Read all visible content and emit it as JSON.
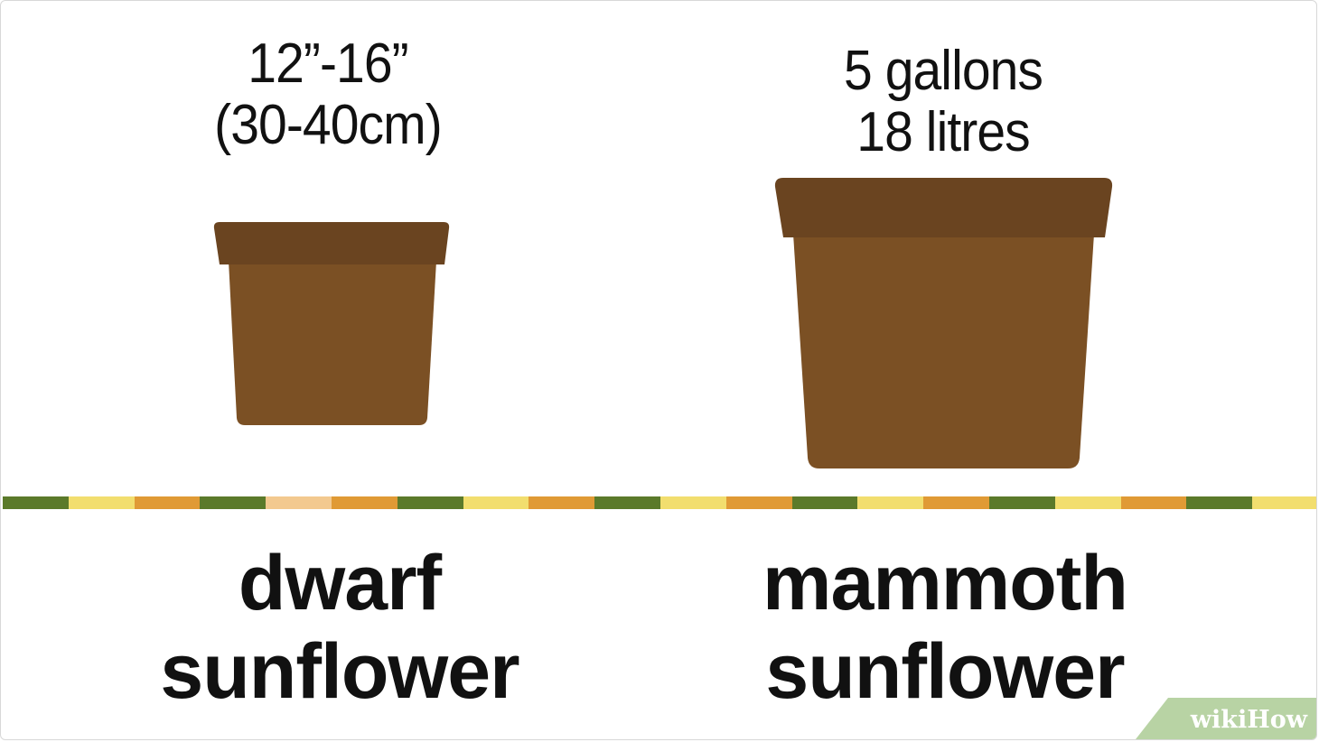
{
  "left": {
    "size_line1": "12”-16”",
    "size_line2": "(30-40cm)",
    "name_line1": "dwarf",
    "name_line2": "sunflower"
  },
  "right": {
    "size_line1": "5 gallons",
    "size_line2": "18 litres",
    "name_line1": "mammoth",
    "name_line2": "sunflower"
  },
  "colors": {
    "pot_body": "#7b5024",
    "pot_rim": "#6a4420",
    "stripe": [
      "#5b7a2a",
      "#f2de6e",
      "#e09a35",
      "#5b7a2a",
      "#f3c98f",
      "#e09a35",
      "#5b7a2a",
      "#f2de6e",
      "#e09a35",
      "#5b7a2a",
      "#f2de6e",
      "#e09a35",
      "#5b7a2a",
      "#f2de6e",
      "#e09a35",
      "#5b7a2a",
      "#f2de6e",
      "#e09a35",
      "#5b7a2a",
      "#f2de6e"
    ]
  },
  "watermark": {
    "part1": "wiki",
    "part2": "How"
  }
}
